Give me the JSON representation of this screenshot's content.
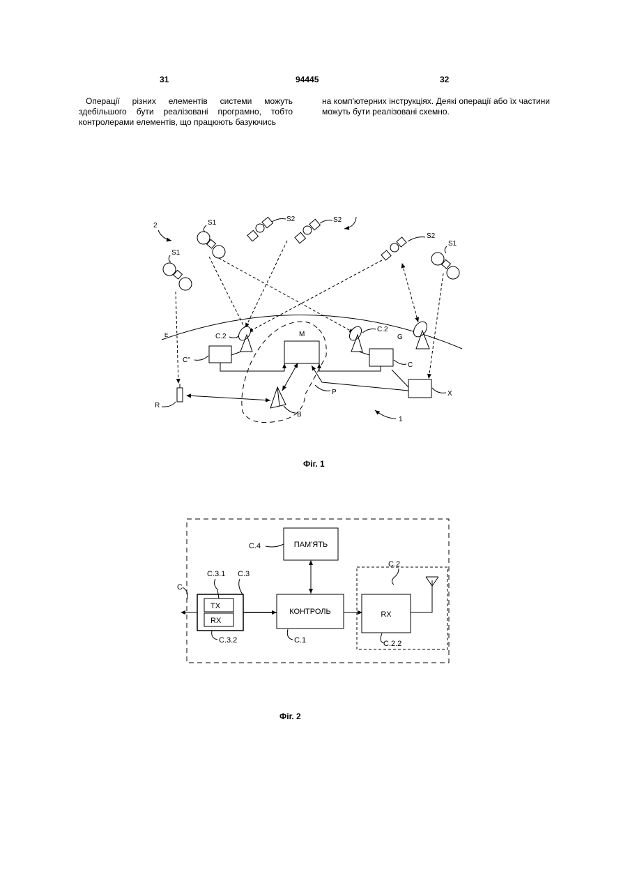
{
  "header": {
    "page_left": "31",
    "doc_number": "94445",
    "page_right": "32"
  },
  "text": {
    "left": "Операції різних елементів системи можуть здебільшого бути реалізовані програмно, тобто контролерами елементів, що працюють базуючись",
    "right": "на комп'ютерних інструкціях. Деякі операції або їх частини можуть бути реалізовані схемно."
  },
  "figure1": {
    "caption": "Фіг. 1",
    "labels": {
      "system2": "2",
      "s1_left": "S1",
      "s1_mid": "S1",
      "s2_a": "S2",
      "s2_b": "S2",
      "s2_right": "S2",
      "s1_right": "S1",
      "earth": "E",
      "c2_left": "C.2",
      "c2_right": "C.2",
      "g": "G",
      "m": "M",
      "c_dd": "C\"",
      "c": "C",
      "x": "X",
      "p": "P",
      "r": "R",
      "b": "B",
      "system1": "1"
    }
  },
  "figure2": {
    "caption": "Фіг. 2",
    "labels": {
      "memory": "ПАМ'ЯТЬ",
      "c4": "C.4",
      "control": "КОНТРОЛЬ",
      "rx_main": "RX",
      "tx": "TX",
      "rx_small": "RX",
      "c2": "C.2",
      "c31": "C.3.1",
      "c3": "C.3",
      "c": "C",
      "c32": "C.3.2",
      "c1": "C.1",
      "c22": "C.2.2"
    }
  }
}
